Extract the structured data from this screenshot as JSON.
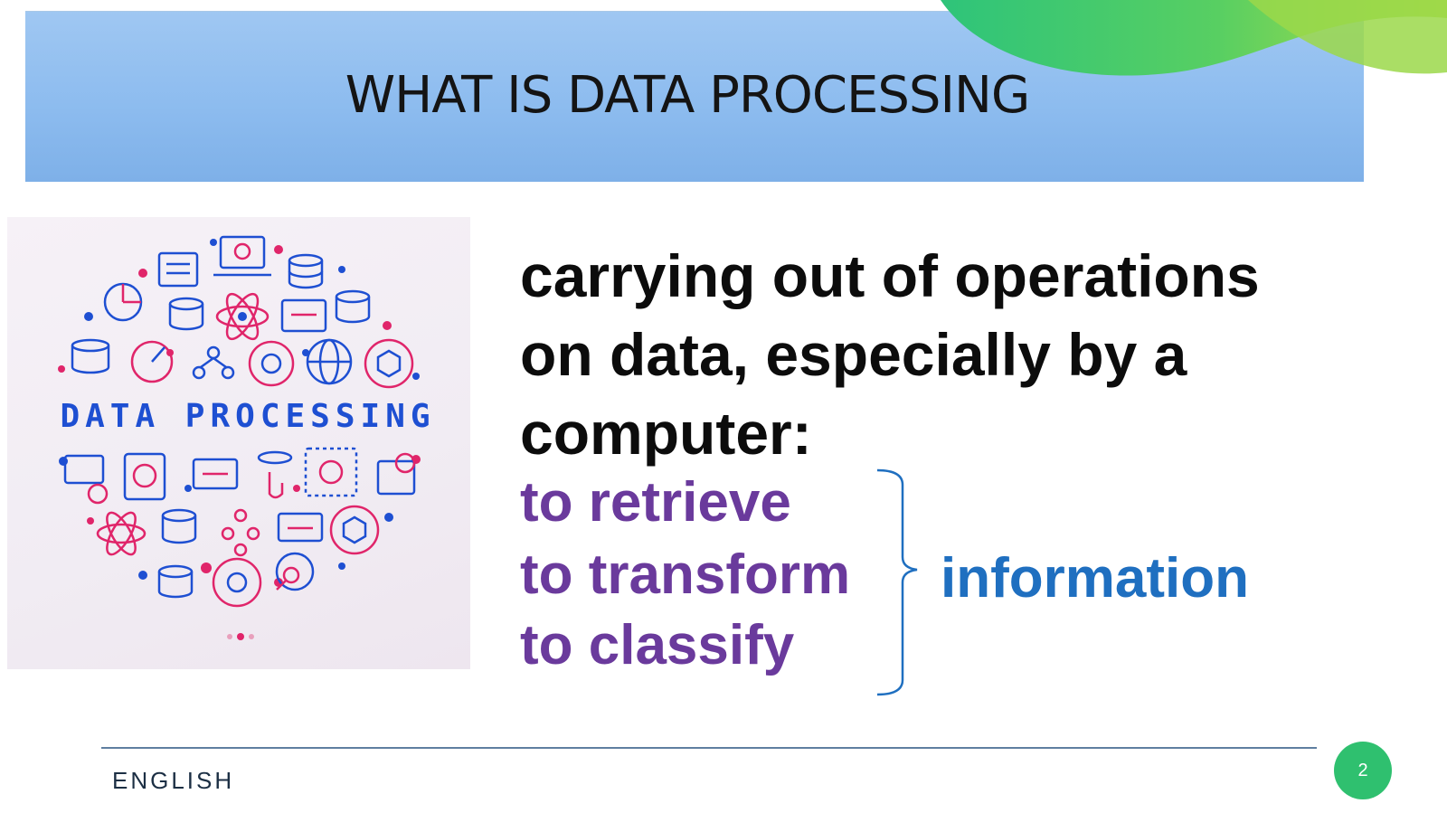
{
  "slide": {
    "title": "WHAT IS DATA PROCESSING",
    "illustration_caption": "DATA PROCESSING",
    "definition_lines": [
      "carrying out of operations",
      "on data, especially by a",
      "computer:"
    ],
    "operations": [
      "to retrieve",
      "to transform",
      "to classify"
    ],
    "result": "information",
    "footer_label": "ENGLISH",
    "page_number": "2"
  },
  "colors": {
    "title_band": "#8dbcef",
    "definition_text": "#0c0c0c",
    "operation_text": "#6a3a9c",
    "result_text": "#1f6fc0",
    "illustration_blue": "#1e4fd2",
    "illustration_pink": "#e0256a",
    "page_badge": "#2fc06f"
  },
  "icons": [
    "database-icon",
    "laptop-icon",
    "gear-icon",
    "atom-icon",
    "globe-icon",
    "hand-pointer-icon",
    "document-icon",
    "hexagon-network-icon",
    "chart-icon",
    "magnifier-icon",
    "binary-code-icon"
  ]
}
